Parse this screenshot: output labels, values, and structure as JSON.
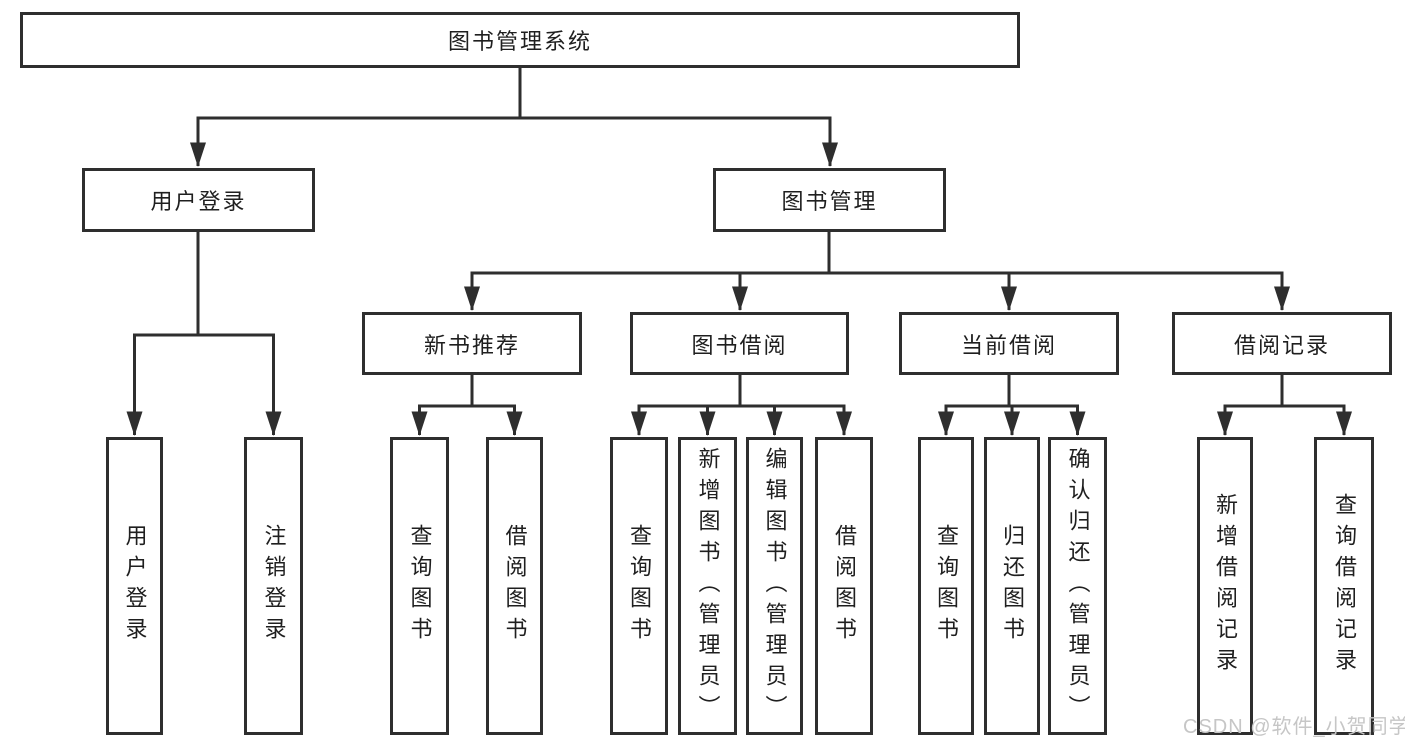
{
  "diagram": {
    "title": "图书管理系统",
    "branches": [
      {
        "label": "用户登录",
        "children": [
          {
            "label": "用户登录"
          },
          {
            "label": "注销登录"
          }
        ]
      },
      {
        "label": "图书管理",
        "children": [
          {
            "label": "新书推荐",
            "children": [
              {
                "label": "查询图书"
              },
              {
                "label": "借阅图书"
              }
            ]
          },
          {
            "label": "图书借阅",
            "children": [
              {
                "label": "查询图书"
              },
              {
                "label": "新增图书（管理员）"
              },
              {
                "label": "编辑图书（管理员）"
              },
              {
                "label": "借阅图书"
              }
            ]
          },
          {
            "label": "当前借阅",
            "children": [
              {
                "label": "查询图书"
              },
              {
                "label": "归还图书"
              },
              {
                "label": "确认归还（管理员）"
              }
            ]
          },
          {
            "label": "借阅记录",
            "children": [
              {
                "label": "新增借阅记录"
              },
              {
                "label": "查询借阅记录"
              }
            ]
          }
        ]
      }
    ]
  },
  "watermark": {
    "text": "CSDN @软件_小贺同学"
  },
  "colors": {
    "line": "#2e2e2e",
    "text": "#1f1f1f",
    "watermark_text": "#c6c6c6",
    "background": "#ffffff"
  }
}
